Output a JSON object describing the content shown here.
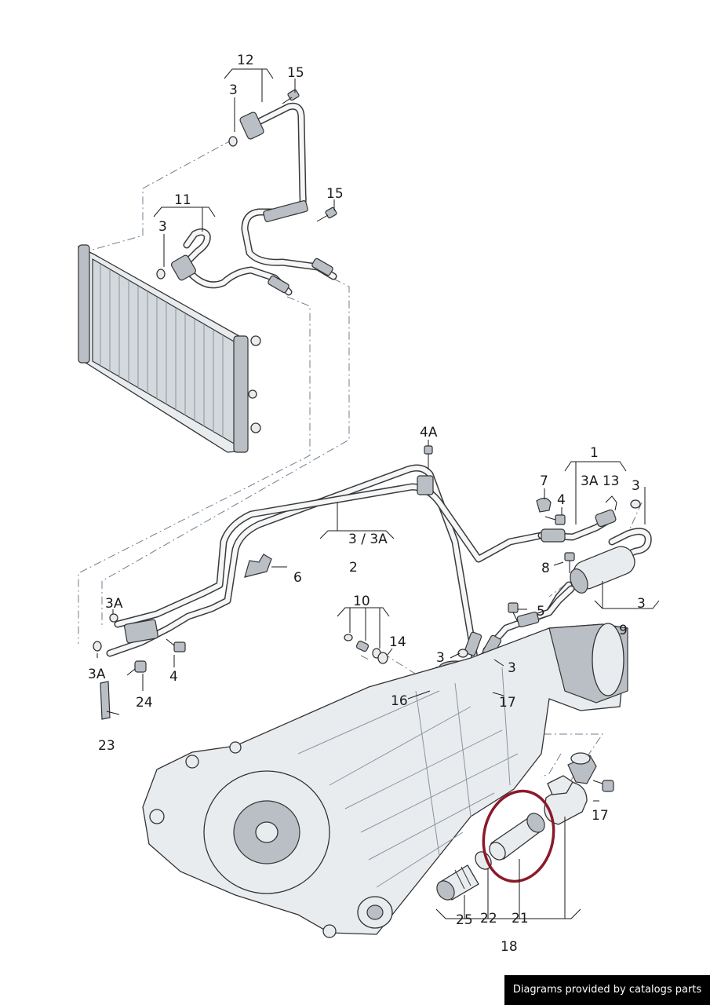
{
  "labels": {
    "l12": "12",
    "l15a": "15",
    "l3a": "3",
    "l15b": "15",
    "l11": "11",
    "l3b": "3",
    "l4A": "4A",
    "l1": "1",
    "l7": "7",
    "l4a": "4",
    "l3A13": "3A 13",
    "l3c": "3",
    "l3_3A": "3 / 3A",
    "l2": "2",
    "l6": "6",
    "l8": "8",
    "l3d": "3",
    "l5": "5",
    "l9": "9",
    "l3Aa": "3A",
    "l10": "10",
    "l14": "14",
    "l3e": "3",
    "l3f": "3",
    "l4b": "4",
    "l3Ab": "3A",
    "l24": "24",
    "l16": "16",
    "l17a": "17",
    "l23": "23",
    "l17b": "17",
    "l25": "25",
    "l22": "22",
    "l21": "21",
    "l18": "18"
  },
  "highlight_color": "#8b1a2b",
  "footer": {
    "credit": "Diagrams provided by catalogs parts"
  }
}
